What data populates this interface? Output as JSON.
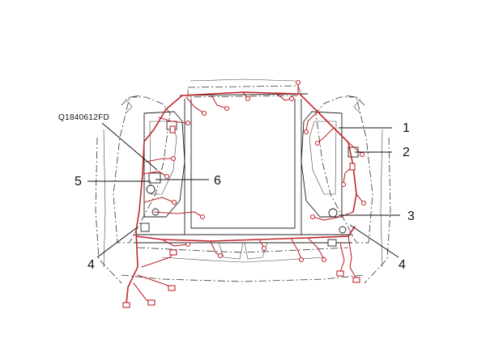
{
  "diagram": {
    "reference_code": "Q1840612FD",
    "callouts": {
      "c1": "1",
      "c2": "2",
      "c3": "3",
      "c4_left": "4",
      "c4_right": "4",
      "c5": "5",
      "c6": "6"
    },
    "colors": {
      "harness": "#c0272d",
      "linework": "#222222",
      "background": "#ffffff"
    }
  }
}
